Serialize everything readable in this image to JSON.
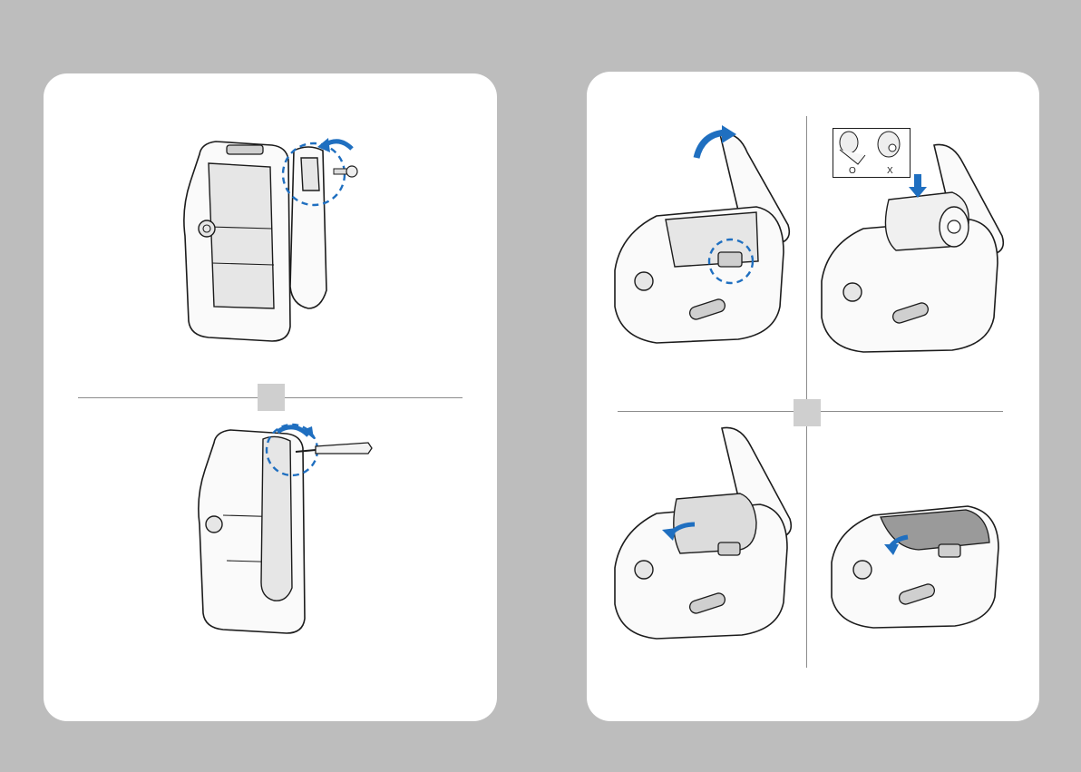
{
  "roll_orientation": {
    "correct_label": "O",
    "incorrect_label": "X"
  },
  "colors": {
    "background": "#bdbdbd",
    "panel": "#ffffff",
    "accent_blue": "#1f6fc0",
    "step_marker": "#cfcfcf"
  },
  "icons": [
    "belt-clip-illustration",
    "screw-icon",
    "screwdriver-icon",
    "printer-illustration",
    "paper-roll-icon",
    "rotate-arrow-icon",
    "down-arrow-icon"
  ]
}
